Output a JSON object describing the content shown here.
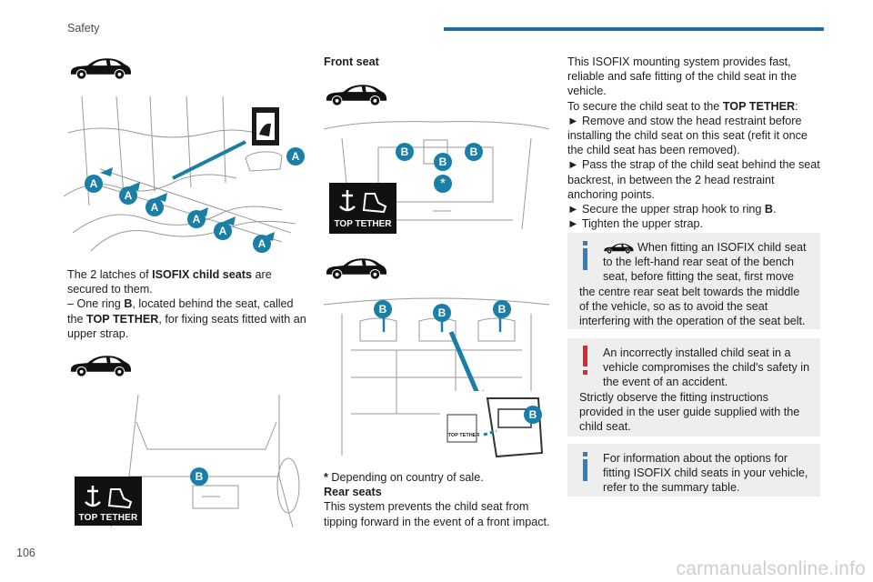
{
  "header": {
    "section": "Safety"
  },
  "page_number": "106",
  "watermark": "carmanualsonline.info",
  "colors": {
    "accent": "#1f6faa",
    "info": "#2f7fc0",
    "warning": "#e0262f",
    "callout": "#1a7fa6"
  },
  "left": {
    "figure1_labels": [
      "A",
      "A",
      "A",
      "A",
      "A",
      "A",
      "A"
    ],
    "paragraph": {
      "intro_pre": "The 2 latches of ",
      "intro_bold": "ISOFIX child seats",
      "intro_post": " are secured to them.",
      "ring_pre": "– One ring ",
      "ring_bold": "B",
      "ring_mid": ", located behind the seat, called the ",
      "ring_bold2": "TOP TETHER",
      "ring_post": ", for fixing seats fitted with an upper strap."
    },
    "figure2_label": "B",
    "badge_text": "TOP TETHER"
  },
  "middle": {
    "front_seat_title": "Front seat",
    "figure3_labels": [
      "B",
      "B",
      "B"
    ],
    "badge_text": "TOP TETHER",
    "figure4_labels": [
      "B",
      "B",
      "B",
      "B"
    ],
    "inset_badge_text": "TOP TETHER",
    "footnote_star": "*",
    "footnote_text": " Depending on country of sale.",
    "rear_seats_title": "Rear seats",
    "rear_seats_text": "This system prevents the child seat from tipping forward in the event of a front impact."
  },
  "right": {
    "p1": "This ISOFIX mounting system provides fast, reliable and safe fitting of the child seat in the vehicle.",
    "p2_pre": "To secure the child seat to the ",
    "p2_bold": "TOP TETHER",
    "p2_post": ":",
    "step1": "► Remove and stow the head restraint before installing the child seat on this seat (refit it once the child seat has been removed).",
    "step2": "► Pass the strap of the child seat behind the seat backrest, in between the 2 head restraint anchoring points.",
    "step3_pre": "► Secure the upper strap hook to ring ",
    "step3_bold": "B",
    "step3_post": ".",
    "step4": "► Tighten the upper strap.",
    "note1": "When fitting an ISOFIX child seat to the left-hand rear seat of the bench seat, before fitting the seat, first move the centre rear seat belt towards the middle of the vehicle, so as to avoid the seat interfering with the operation of the seat belt.",
    "warning": "An incorrectly installed child seat in a vehicle compromises the child's safety in the event of an accident.\nStrictly observe the fitting instructions provided in the user guide supplied with the child seat.",
    "note2": "For information about the options for fitting ISOFIX child seats in your vehicle, refer to the summary table.",
    "icons": {
      "info": "info-icon",
      "warning": "warning-icon",
      "vehicle": "car-icon"
    }
  }
}
